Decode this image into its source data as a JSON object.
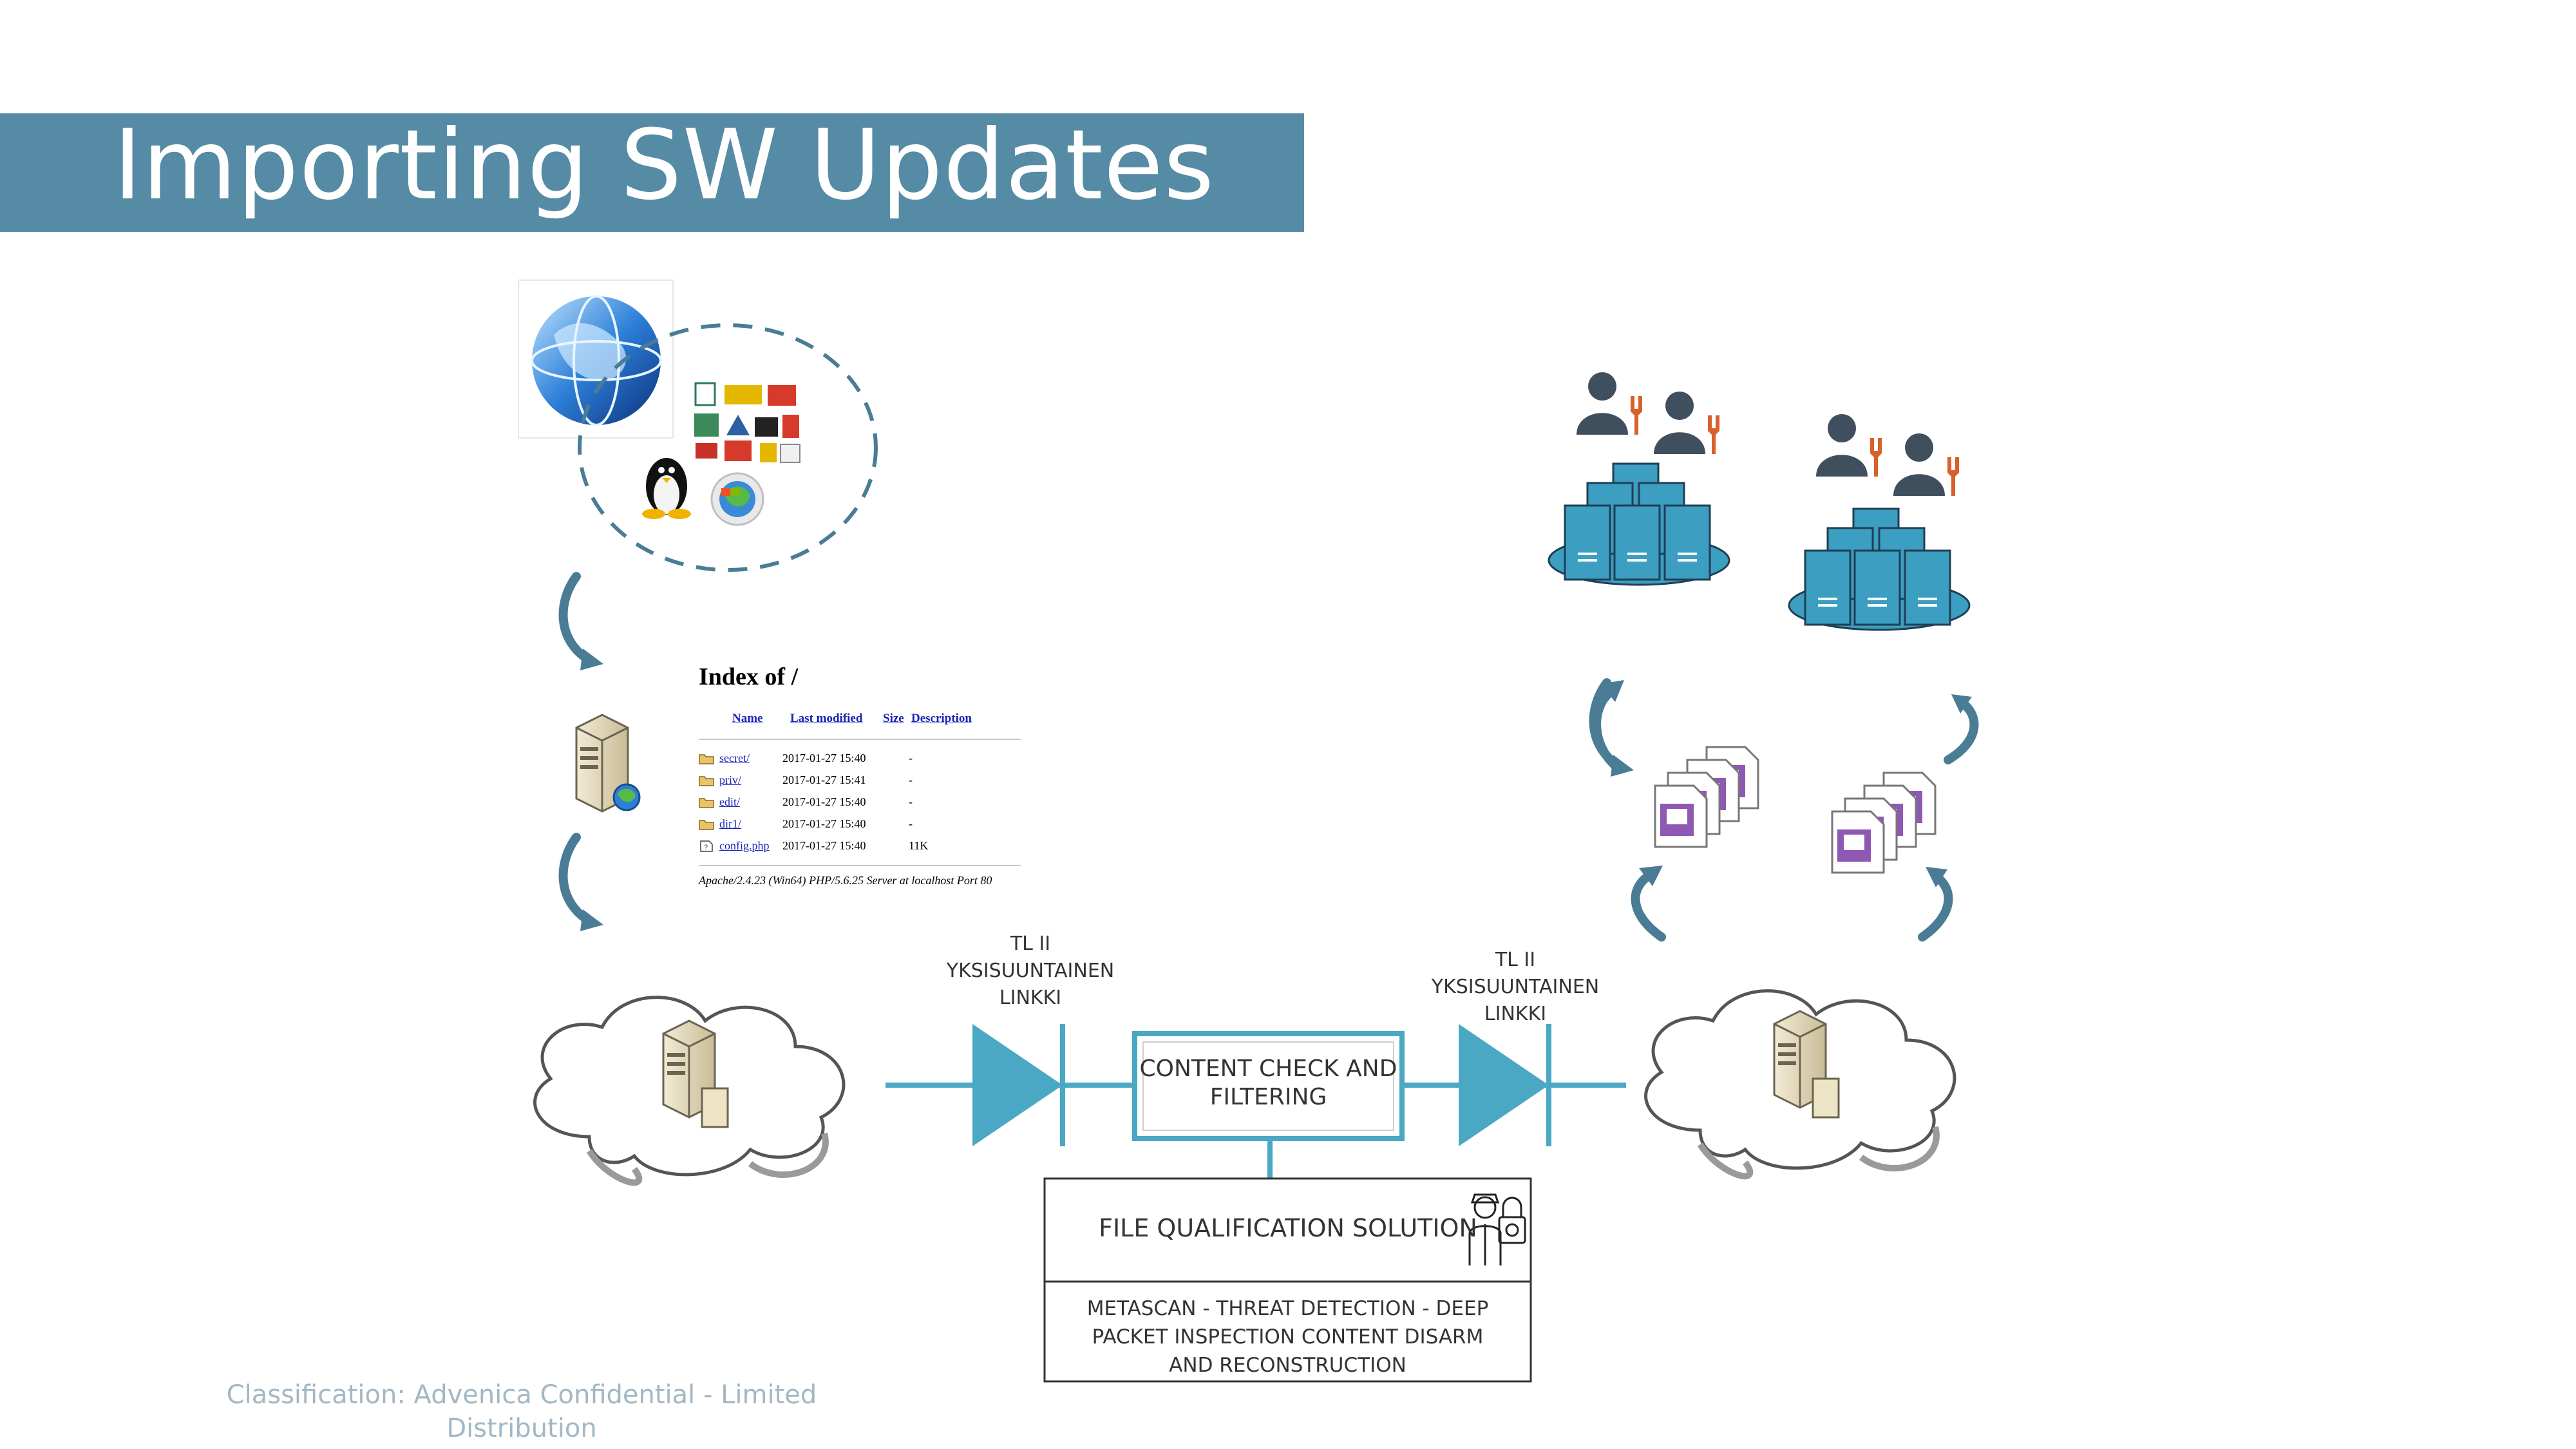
{
  "title": "Importing SW Updates",
  "footer": "Classification: Advenica Confidential - Limited Distribution",
  "index_page": {
    "title": "Index of /",
    "columns": [
      "Name",
      "Last modified",
      "Size",
      "Description"
    ],
    "rows": [
      {
        "name": "secret/",
        "modified": "2017-01-27 15:40",
        "size": "-"
      },
      {
        "name": "priv/",
        "modified": "2017-01-27 15:41",
        "size": "-"
      },
      {
        "name": "edit/",
        "modified": "2017-01-27 15:40",
        "size": "-"
      },
      {
        "name": "dir1/",
        "modified": "2017-01-27 15:40",
        "size": "-"
      },
      {
        "name": "config.php",
        "modified": "2017-01-27 15:40",
        "size": "11K"
      }
    ],
    "server_footer": "Apache/2.4.23 (Win64) PHP/5.6.25 Server at localhost Port 80"
  },
  "diode_left": {
    "line1": "TL II",
    "line2": "YKSISUUNTAINEN",
    "line3": "LINKKI"
  },
  "diode_right": {
    "line1": "TL II",
    "line2": "YKSISUUNTAINEN",
    "line3": "LINKKI"
  },
  "content_check": {
    "line1": "CONTENT CHECK AND",
    "line2": "FILTERING"
  },
  "file_qualification": {
    "title": "FILE QUALIFICATION SOLUTION",
    "line1": "METASCAN - THREAT DETECTION - DEEP",
    "line2": "PACKET INSPECTION   CONTENT DISARM",
    "line3": "AND RECONSTRUCTION"
  },
  "colors": {
    "accent": "#558ba5",
    "teal": "#4aa8c4",
    "server_blue": "#3c9ec0",
    "person": "#3f4f5e",
    "wrench": "#d9602b",
    "doc_purple": "#8e59b3"
  },
  "icons": [
    "globe-icon",
    "vendor-logos-icon",
    "linux-penguin-icon",
    "windows-globe-icon",
    "web-server-icon",
    "cloud-icon",
    "server-icon",
    "diode-icon",
    "admin-icon",
    "server-cluster-icon",
    "document-stack-icon",
    "security-guard-lock-icon",
    "curved-arrow-icon"
  ]
}
